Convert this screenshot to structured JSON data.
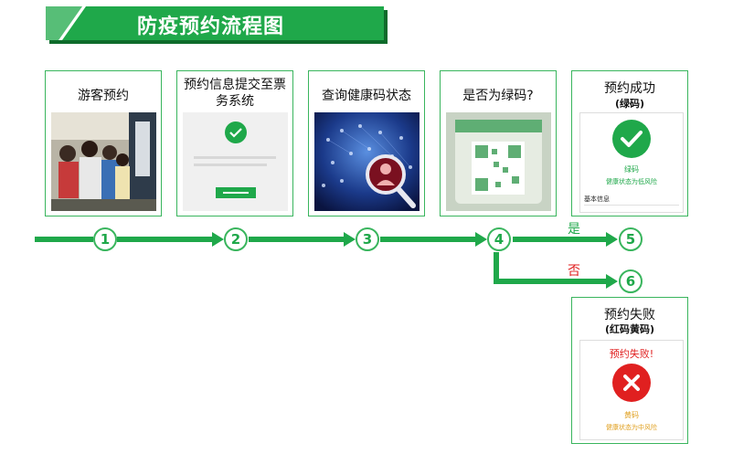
{
  "title": "防疫预约流程图",
  "steps": [
    {
      "num": "1",
      "title": "游客预约"
    },
    {
      "num": "2",
      "title": "预约信息提交至票务系统"
    },
    {
      "num": "3",
      "title": "查询健康码状态"
    },
    {
      "num": "4",
      "title": "是否为绿码?"
    },
    {
      "num": "5",
      "title": "预约成功",
      "subtitle": "(绿码)",
      "code_label": "绿码",
      "status_text": "健康状态为低风险",
      "info_label": "基本信息"
    },
    {
      "num": "6",
      "title": "预约失败",
      "subtitle": "(红码黄码)",
      "fail_text": "预约失败!",
      "code_label": "黄码",
      "status_text": "健康状态为中风险"
    }
  ],
  "branch_yes": "是",
  "branch_no": "否",
  "colors": {
    "green": "#1fa84a",
    "dark_green": "#0e6b2b",
    "border": "#39b55d",
    "red": "#e02020",
    "yellow": "#e0a020"
  },
  "icons": [
    "check-circle-icon",
    "cross-circle-icon",
    "magnifier-icon"
  ]
}
